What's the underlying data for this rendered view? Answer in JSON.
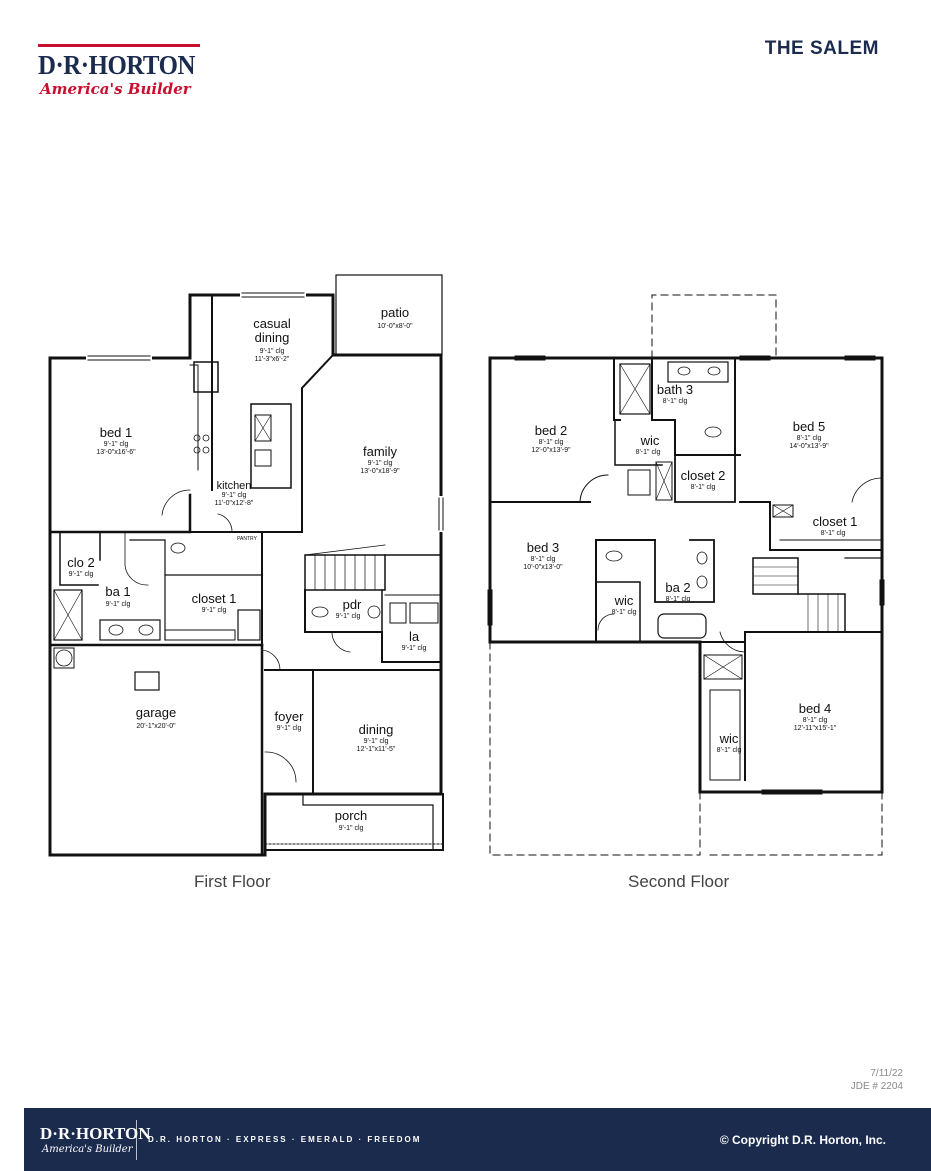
{
  "brand": {
    "name": "D·R·HORTON",
    "tagline": "America's Builder",
    "plan_name": "THE SALEM"
  },
  "first_floor": {
    "label": "First Floor",
    "rooms": {
      "patio": {
        "name": "patio",
        "dims": "10'-0\"x8'-0\""
      },
      "casual_dining": {
        "name1": "casual",
        "name2": "dining",
        "clg": "9'-1\" clg",
        "dims": "11'-3\"x6'-2\""
      },
      "bed1": {
        "name": "bed 1",
        "clg": "9'-1\" clg",
        "dims": "13'-0\"x16'-6\""
      },
      "family": {
        "name": "family",
        "clg": "9'-1\" clg",
        "dims": "13'-0\"x18'-9\""
      },
      "kitchen": {
        "name": "kitchen",
        "clg": "9'-1\" clg",
        "dims": "11'-0\"x12'-8\""
      },
      "pantry": {
        "name": "PANTRY"
      },
      "clo2": {
        "name": "clo 2",
        "clg": "9'-1\" clg"
      },
      "ba1": {
        "name": "ba 1",
        "clg": "9'-1\" clg"
      },
      "closet1": {
        "name": "closet 1",
        "clg": "9'-1\" clg"
      },
      "pdr": {
        "name": "pdr",
        "clg": "9'-1\" clg"
      },
      "la": {
        "name": "la",
        "clg": "9'-1\" clg"
      },
      "garage": {
        "name": "garage",
        "dims": "20'-1\"x20'-0\""
      },
      "foyer": {
        "name": "foyer",
        "clg": "9'-1\" clg"
      },
      "dining": {
        "name": "dining",
        "clg": "9'-1\" clg",
        "dims": "12'-1\"x11'-5\""
      },
      "porch": {
        "name": "porch",
        "clg": "9'-1\" clg"
      }
    }
  },
  "second_floor": {
    "label": "Second Floor",
    "rooms": {
      "bath3": {
        "name": "bath 3",
        "clg": "8'-1\" clg"
      },
      "bed2": {
        "name": "bed 2",
        "clg": "8'-1\" clg",
        "dims": "12'-0\"x13'-9\""
      },
      "wic_a": {
        "name": "wic",
        "clg": "8'-1\" clg"
      },
      "bed5": {
        "name": "bed 5",
        "clg": "8'-1\" clg",
        "dims": "14'-0\"x13'-9\""
      },
      "closet2": {
        "name": "closet 2",
        "clg": "8'-1\" clg"
      },
      "closet1": {
        "name": "closet 1",
        "clg": "8'-1\" clg"
      },
      "bed3": {
        "name": "bed 3",
        "clg": "8'-1\" clg",
        "dims": "10'-0\"x13'-0\""
      },
      "wic_b": {
        "name": "wic",
        "clg": "8'-1\" clg"
      },
      "ba2": {
        "name": "ba 2",
        "clg": "8'-1\" clg"
      },
      "bed4": {
        "name": "bed 4",
        "clg": "8'-1\" clg",
        "dims": "12'-11\"x15'-1\""
      },
      "wic_c": {
        "name": "wic",
        "clg": "8'-1\" clg"
      }
    }
  },
  "revision": {
    "date": "7/11/22",
    "jde": "JDE # 2204"
  },
  "footer": {
    "brand": "D·R·HORTON",
    "tagline": "America's Builder",
    "brands_line": "D.R. HORTON · EXPRESS · EMERALD · FREEDOM",
    "copyright": "© Copyright D.R. Horton, Inc."
  },
  "colors": {
    "navy": "#1b2b4e",
    "red": "#c8102e"
  }
}
